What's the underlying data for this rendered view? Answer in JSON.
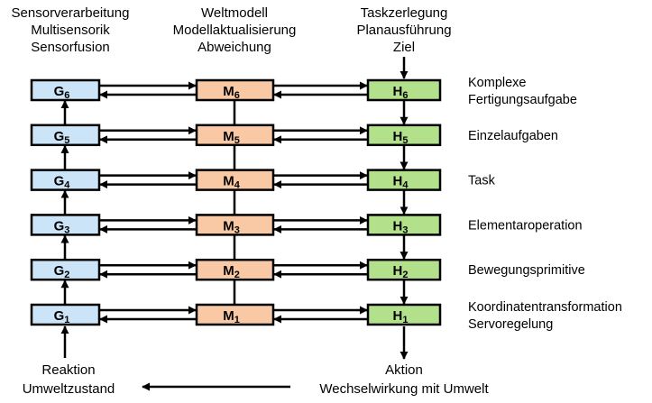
{
  "headers": {
    "g": [
      "Sensorverarbeitung",
      "Multisensorik",
      "Sensorfusion"
    ],
    "m": [
      "Weltmodell",
      "Modellaktualisierung",
      "Abweichung"
    ],
    "h": [
      "Taskzerlegung",
      "Planausführung",
      "Ziel"
    ]
  },
  "rows": [
    {
      "level": "6",
      "labels": [
        "Komplexe",
        "Fertigungsaufgabe"
      ]
    },
    {
      "level": "5",
      "labels": [
        "Einzelaufgaben"
      ]
    },
    {
      "level": "4",
      "labels": [
        "Task"
      ]
    },
    {
      "level": "3",
      "labels": [
        "Elementaroperation"
      ]
    },
    {
      "level": "2",
      "labels": [
        "Bewegungsprimitive"
      ]
    },
    {
      "level": "1",
      "labels": [
        "Koordinatentransformation",
        "Servoregelung"
      ]
    }
  ],
  "columns": [
    {
      "key": "g",
      "letter": "G",
      "color": "#cce4f7"
    },
    {
      "key": "m",
      "letter": "M",
      "color": "#f9c8a4"
    },
    {
      "key": "h",
      "letter": "H",
      "color": "#b3e08a"
    }
  ],
  "footer": {
    "left": [
      "Reaktion",
      "Umweltzustand"
    ],
    "right": [
      "Aktion",
      "Wechselwirkung mit Umwelt"
    ]
  }
}
